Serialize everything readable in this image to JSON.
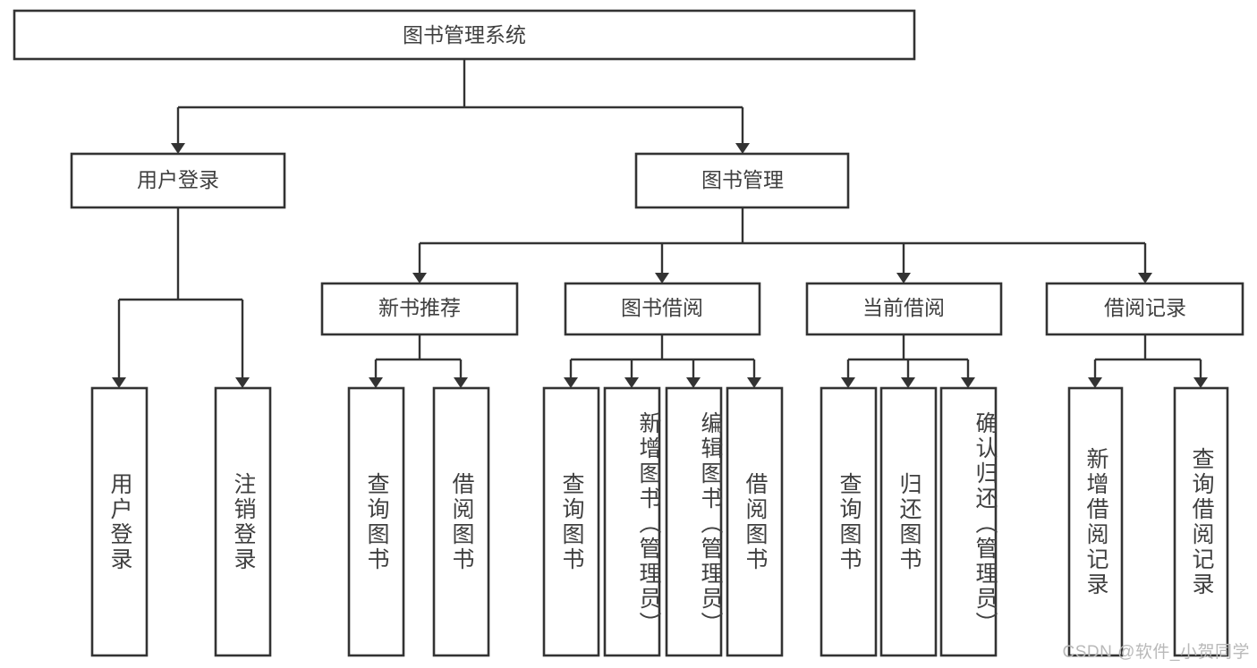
{
  "diagram": {
    "title": "图书管理系统",
    "watermark": "CSDN @软件_小贺同学",
    "colors": {
      "background": "#ffffff",
      "stroke": "#333333",
      "text": "#3f3f3f",
      "watermark": "#b9b9b9"
    },
    "root": {
      "label": "图书管理系统"
    },
    "level2": [
      {
        "label": "用户登录"
      },
      {
        "label": "图书管理"
      }
    ],
    "level3": [
      {
        "label": "新书推荐"
      },
      {
        "label": "图书借阅"
      },
      {
        "label": "当前借阅"
      },
      {
        "label": "借阅记录"
      }
    ],
    "leaves": [
      {
        "label": "用户登录",
        "parent": "用户登录"
      },
      {
        "label": "注销登录",
        "parent": "用户登录"
      },
      {
        "label": "查询图书",
        "parent": "新书推荐"
      },
      {
        "label": "借阅图书",
        "parent": "新书推荐"
      },
      {
        "label": "查询图书",
        "parent": "图书借阅"
      },
      {
        "label": "新增图书（管理员）",
        "parent": "图书借阅"
      },
      {
        "label": "编辑图书（管理员）",
        "parent": "图书借阅"
      },
      {
        "label": "借阅图书",
        "parent": "图书借阅"
      },
      {
        "label": "查询图书",
        "parent": "当前借阅"
      },
      {
        "label": "归还图书",
        "parent": "当前借阅"
      },
      {
        "label": "确认归还（管理员）",
        "parent": "当前借阅"
      },
      {
        "label": "新增借阅记录",
        "parent": "借阅记录"
      },
      {
        "label": "查询借阅记录",
        "parent": "借阅记录"
      }
    ]
  },
  "chart_data": {
    "type": "table",
    "title": "图书管理系统",
    "xlabel": "",
    "ylabel": "",
    "categories": [
      "用户登录",
      "图书管理"
    ],
    "series": [
      {
        "name": "用户登录",
        "values": [
          "用户登录",
          "注销登录"
        ]
      },
      {
        "name": "新书推荐",
        "values": [
          "查询图书",
          "借阅图书"
        ]
      },
      {
        "name": "图书借阅",
        "values": [
          "查询图书",
          "新增图书（管理员）",
          "编辑图书（管理员）",
          "借阅图书"
        ]
      },
      {
        "name": "当前借阅",
        "values": [
          "查询图书",
          "归还图书",
          "确认归还（管理员）"
        ]
      },
      {
        "name": "借阅记录",
        "values": [
          "新增借阅记录",
          "查询借阅记录"
        ]
      }
    ]
  }
}
